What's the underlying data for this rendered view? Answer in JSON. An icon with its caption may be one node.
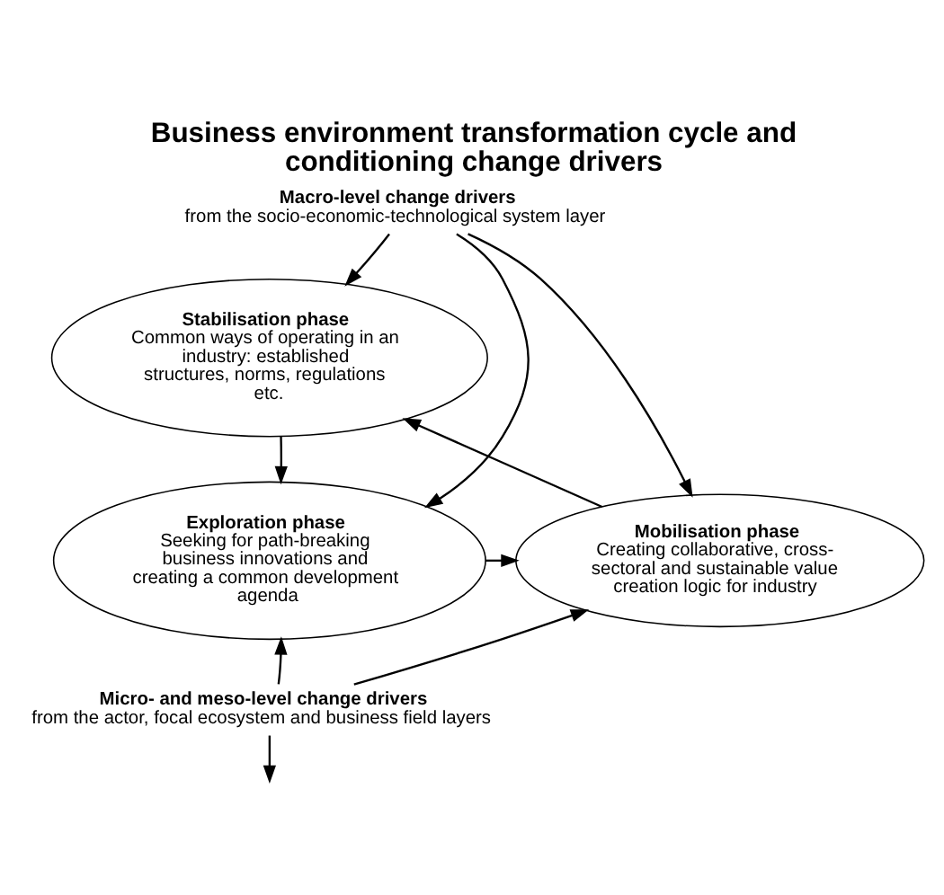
{
  "diagram": {
    "title": "Business environment transformation cycle and conditioning change drivers",
    "nodes": [
      {
        "text": [
          "Macro-level change drivers",
          "from the socio-economic-technological system layer"
        ]
      },
      {
        "text": [
          "Stabilisation phase",
          "Common ways of operating in an industry: established structures, norms, regulations etc."
        ]
      },
      {
        "text": [
          "Exploration phase",
          "Seeking for path-breaking business innovations and creating a common development agenda"
        ]
      },
      {
        "text": [
          "Mobilisation phase",
          "Creating collaborative, cross-sectoral and sustainable value creation logic for industry"
        ]
      },
      {
        "text": [
          "Micro- and meso-level change drivers",
          "from the actor, focal ecosystem and business field layers"
        ]
      }
    ],
    "edges": [
      {
        "from": 0,
        "to": 1,
        "arrow": "to"
      },
      {
        "from": 0,
        "to": 2,
        "arrow": "to"
      },
      {
        "from": 0,
        "to": 3,
        "arrow": "to"
      },
      {
        "from": 1,
        "to": 2,
        "arrow": "to"
      },
      {
        "from": 2,
        "to": 3,
        "arrow": "to"
      },
      {
        "from": 3,
        "to": 1,
        "arrow": "to"
      },
      {
        "from": 4,
        "to": null,
        "arrow": "to"
      },
      {
        "from": 4,
        "to": 2,
        "arrow": "to"
      },
      {
        "from": 4,
        "to": 3,
        "arrow": "to"
      }
    ]
  }
}
